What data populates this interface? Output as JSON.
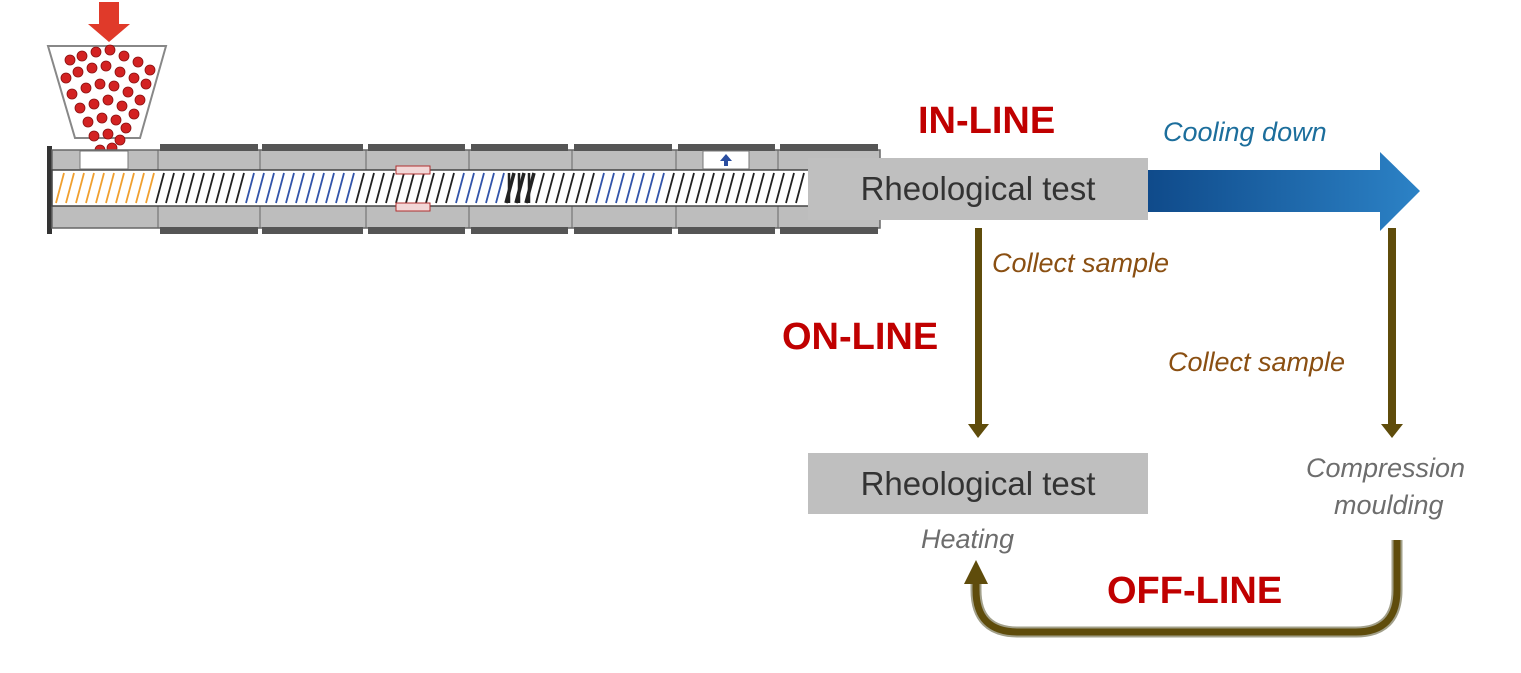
{
  "colors": {
    "mode_label": "#c00000",
    "step_label": "#8a4f12",
    "cooling_label": "#1c6e9c",
    "process_label": "#6d6d6d",
    "test_box": "#bfbfbf",
    "arrow_brown": "#5f4c0b",
    "arrow_blue_dark": "#0f4a8a",
    "arrow_blue_light": "#2c82c6",
    "pellet": "#d32222",
    "feed_arrow": "#e03a2a"
  },
  "icons": [
    "hopper-icon",
    "feed-arrow-icon",
    "extruder-icon",
    "vent-arrow-icon"
  ],
  "labels": {
    "in_line": "IN-LINE",
    "on_line": "ON-LINE",
    "off_line": "OFF-LINE",
    "cooling_down": "Cooling down",
    "collect_sample_1": "Collect sample",
    "collect_sample_2": "Collect sample",
    "heating": "Heating",
    "compression_line1": "Compression",
    "compression_line2": "moulding"
  },
  "boxes": {
    "inline_test": "Rheological test",
    "online_test": "Rheological test"
  }
}
